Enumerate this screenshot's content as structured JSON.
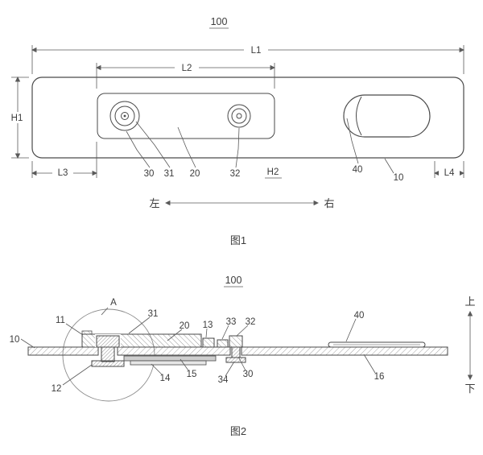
{
  "fig1": {
    "ref": "100",
    "caption": "图1",
    "dims": {
      "L1": "L1",
      "L2": "L2",
      "H1": "H1",
      "H2": "H2",
      "L3": "L3",
      "L4": "L4"
    },
    "parts": {
      "p10": "10",
      "p20": "20",
      "p30": "30",
      "p31": "31",
      "p32": "32",
      "p40": "40"
    },
    "directions": {
      "left": "左",
      "right": "右"
    }
  },
  "fig2": {
    "ref": "100",
    "caption": "图2",
    "detail_marker": "A",
    "parts": {
      "p10": "10",
      "p11": "11",
      "p12": "12",
      "p13": "13",
      "p14": "14",
      "p15": "15",
      "p16": "16",
      "p20": "20",
      "p30": "30",
      "p31": "31",
      "p32": "32",
      "p33": "33",
      "p34": "34",
      "p40": "40"
    },
    "directions": {
      "up": "上",
      "down": "下"
    }
  }
}
